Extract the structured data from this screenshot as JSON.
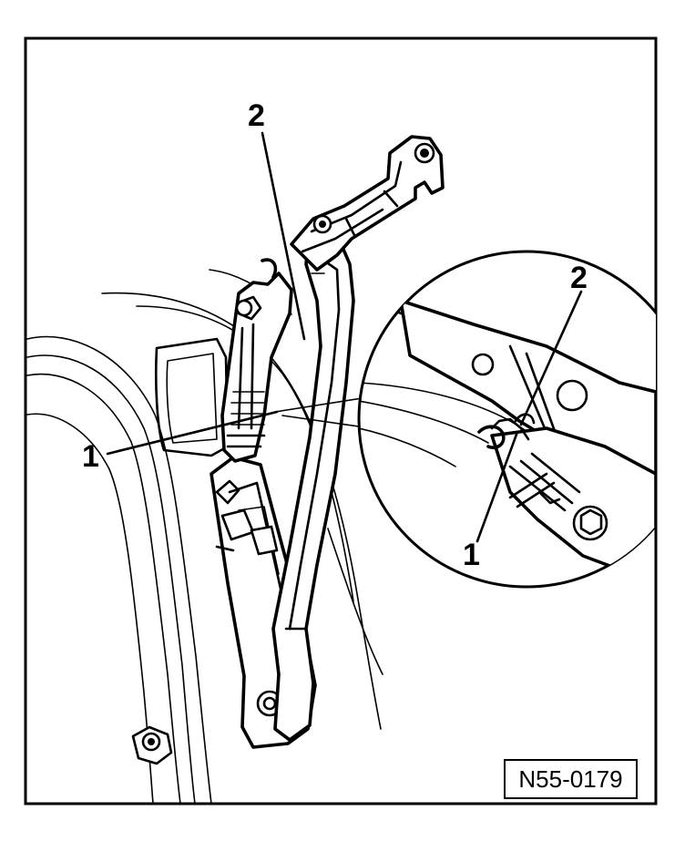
{
  "callouts": {
    "main_label_1": "1",
    "main_label_2": "2",
    "detail_label_1": "1",
    "detail_label_2": "2"
  },
  "reference_code": "N55-0179"
}
